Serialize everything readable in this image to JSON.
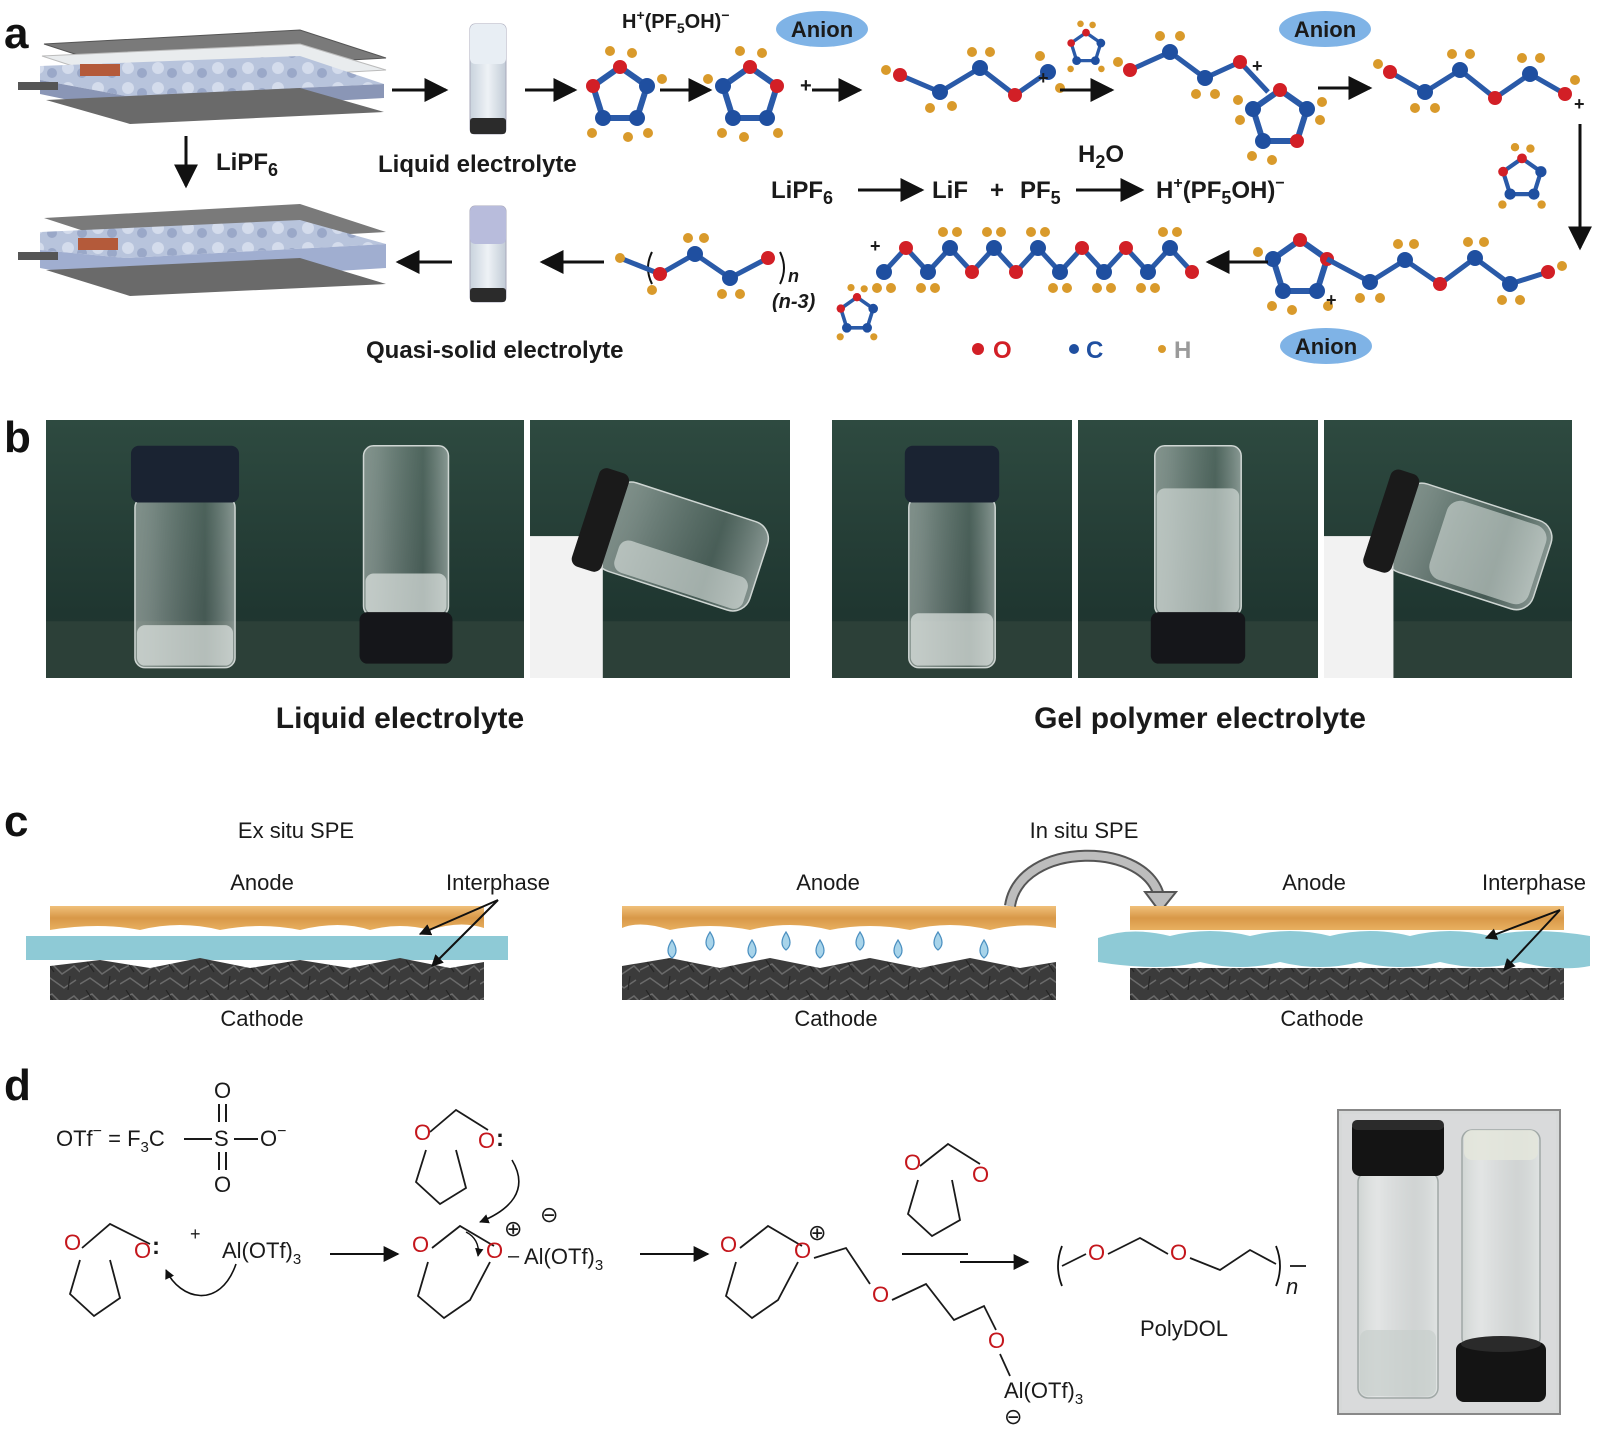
{
  "panel_a": {
    "label": "a",
    "lipf6_arrow": "LiPF",
    "lipf6_sub": "6",
    "liquid_label": "Liquid  electrolyte",
    "acid_top_pre": "H",
    "acid_top_plus": "+",
    "acid_top_mid": "(PF",
    "acid_top_sub": "5",
    "acid_top_post": "OH)",
    "acid_top_minus": "−",
    "anion": "Anion",
    "plus": "+",
    "water_pre": "H",
    "water_sub": "2",
    "water_post": "O",
    "eq_lipf": "LiPF",
    "eq_6": "6",
    "eq_lif": "LiF",
    "eq_plus": "+",
    "eq_pf": "PF",
    "eq_5": "5",
    "eq_h": "H",
    "eq_hplus": "+",
    "eq_pfoh": "(PF",
    "eq_pfoh_sub": "5",
    "eq_pfoh_post": "OH)",
    "eq_minus": "−",
    "n_sub": "n",
    "n3": "(n-3)",
    "quasi_label": "Quasi-solid electrolyte",
    "legend_o": "O",
    "legend_c": "C",
    "legend_h": "H",
    "colors": {
      "O": "#d21f26",
      "C": "#1f4fa0",
      "H": "#d99a2b",
      "anion_bg": "#7fb3e6"
    }
  },
  "panel_b": {
    "label": "b",
    "left_caption": "Liquid  electrolyte",
    "right_caption": "Gel polymer electrolyte"
  },
  "panel_c": {
    "label": "c",
    "ex_title": "Ex situ SPE",
    "in_title": "In situ SPE",
    "anode": "Anode",
    "cathode": "Cathode",
    "interphase": "Interphase",
    "colors": {
      "anode": "#e0a55a",
      "spe": "#8ecad6",
      "cathode": "#3a3a3a"
    }
  },
  "panel_d": {
    "label": "d",
    "otf_pre": "OTf",
    "otf_minus": "−",
    "otf_eq": " = F",
    "otf_3": "3",
    "otf_c": "C",
    "otf_s": "S",
    "otf_o": "O",
    "otf_ominus": "−",
    "o": "O",
    "colon": ":",
    "plus": "+",
    "al": "Al(OTf)",
    "al_sub": "3",
    "oplus": "⊕",
    "ominus": "⊖",
    "dash_al": "–",
    "n_sub": "n",
    "polydol": "PolyDOL"
  }
}
